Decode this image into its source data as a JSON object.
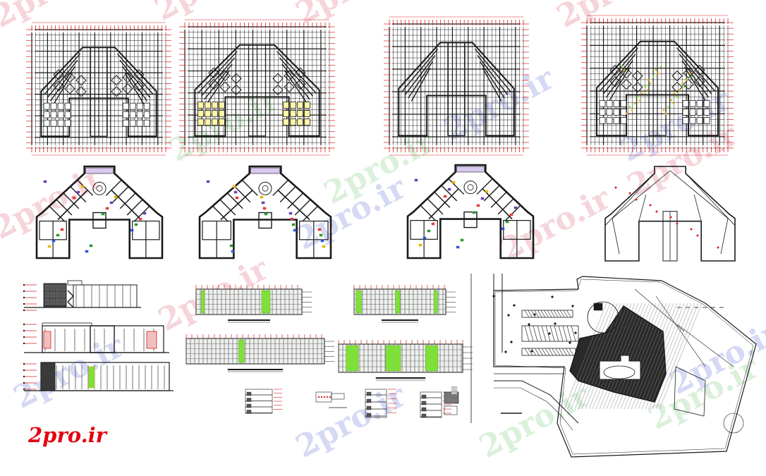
{
  "logo": {
    "text": "2pro.ir"
  },
  "watermark": {
    "text": "2pro.ir"
  },
  "colors": {
    "line": "#1a1a1a",
    "dimension_red": "#d92020",
    "accent_green": "#7fe03a",
    "wall_fill": "#2a2a2a",
    "logo_red": "#e30613",
    "watermark_pink": "#f2c7cf",
    "watermark_blue": "#c8cdf0",
    "watermark_green": "#cfeccf"
  },
  "sheets": [
    {
      "name": "structural-grid-plan-1",
      "kind": "grid-plan"
    },
    {
      "name": "structural-grid-plan-2",
      "kind": "grid-plan"
    },
    {
      "name": "structural-grid-plan-3",
      "kind": "grid-plan"
    },
    {
      "name": "structural-grid-plan-4",
      "kind": "grid-plan"
    },
    {
      "name": "floor-plan-1",
      "kind": "floor-plan"
    },
    {
      "name": "floor-plan-2",
      "kind": "floor-plan"
    },
    {
      "name": "floor-plan-3",
      "kind": "floor-plan"
    },
    {
      "name": "roof-plan",
      "kind": "roof-plan"
    },
    {
      "name": "elevations-sections",
      "kind": "elevation"
    },
    {
      "name": "facade-set-1",
      "kind": "facade"
    },
    {
      "name": "facade-set-2",
      "kind": "facade"
    },
    {
      "name": "construction-details",
      "kind": "detail"
    },
    {
      "name": "site-plan",
      "kind": "site-plan"
    }
  ]
}
